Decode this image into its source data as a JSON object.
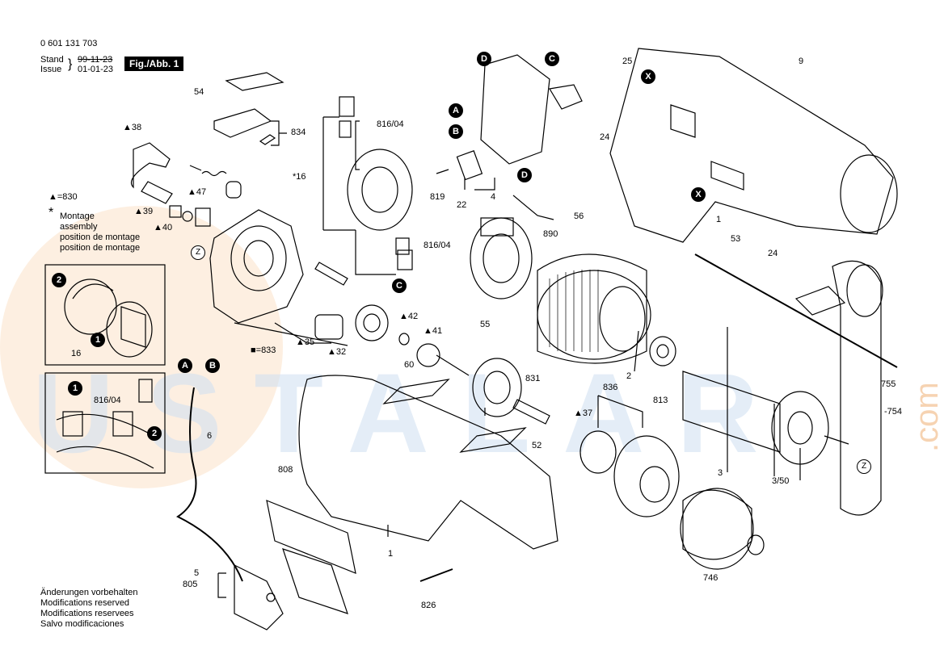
{
  "header": {
    "part_number": "0 601 131 703",
    "stand_label": "Stand",
    "issue_label": "Issue",
    "old_date": "99-11-23",
    "issue_date": "01-01-23",
    "fig_label": "Fig./Abb. 1"
  },
  "legend": {
    "triangle_830": "▲=830",
    "asterisk": "*",
    "montage_lines": [
      "Montage",
      "assembly",
      "position de montage",
      "position de montage"
    ],
    "square_833": "■=833"
  },
  "watermark": {
    "text": "USTALAR",
    "suffix": ".com",
    "color": "#f5c9a0"
  },
  "footer": {
    "lines": [
      "Änderungen vorbehalten",
      "Modifications reserved",
      "Modifications reservees",
      "Salvo modificaciones"
    ]
  },
  "callouts": {
    "c54": "54",
    "c834": "834",
    "c816_04_a": "816/04",
    "c16": "16",
    "c38": "▲38",
    "c47": "▲47",
    "c39": "▲39",
    "c40": "▲40",
    "c819": "819",
    "c22": "22",
    "c4": "4",
    "c56": "56",
    "c890": "890",
    "c55": "55",
    "c42": "▲42",
    "c41": "▲41",
    "c35": "▲35",
    "c32": "▲32",
    "c816_04_b": "816/04",
    "c25": "25",
    "c9": "9",
    "c24_a": "24",
    "c24_b": "24",
    "c1_a": "1",
    "c53": "53",
    "c755": "755",
    "c754": "754",
    "c60": "60",
    "c831": "831",
    "c836": "836",
    "c37": "▲37",
    "c52": "52",
    "c813": "813",
    "c2": "2",
    "c3": "3",
    "c3_50": "3/50",
    "c746": "746",
    "c808": "808",
    "c1_b": "1",
    "c6": "6",
    "c5": "5",
    "c805": "805",
    "c826": "826",
    "c16_inset": "16",
    "c816_04_inset": "816/04"
  },
  "markers": {
    "A": "A",
    "B": "B",
    "C": "C",
    "D": "D",
    "X": "X",
    "Z": "Z",
    "one": "1",
    "two": "2"
  }
}
